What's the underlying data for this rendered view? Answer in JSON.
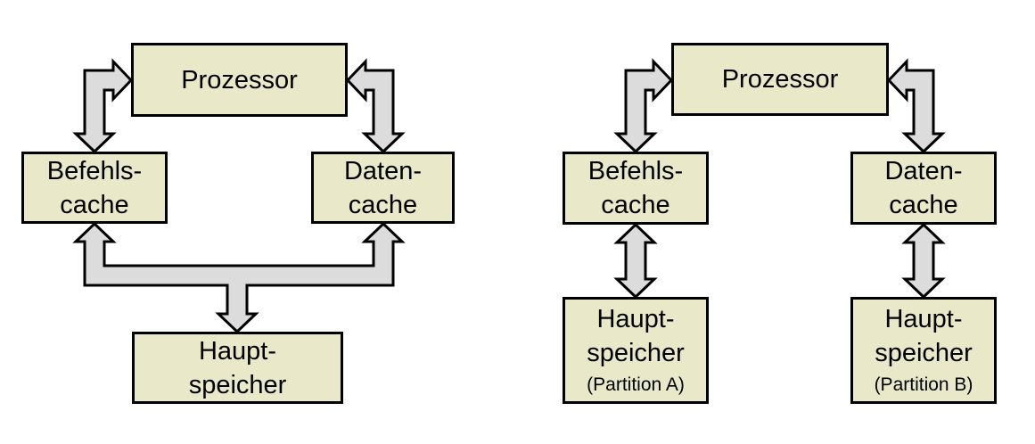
{
  "diagram_type": "block-diagram",
  "colors": {
    "box_fill": "#e9e9ca",
    "box_border": "#000000",
    "arrow_fill": "#dcdcdc",
    "arrow_outline": "#000000",
    "background": "#ffffff",
    "text": "#000000"
  },
  "left_diagram": {
    "prozessor": {
      "label": "Prozessor"
    },
    "befehlscache": {
      "line1": "Befehls-",
      "line2": "cache"
    },
    "datencache": {
      "line1": "Daten-",
      "line2": "cache"
    },
    "hauptspeicher": {
      "line1": "Haupt-",
      "line2": "speicher"
    },
    "edges": [
      {
        "from": "Prozessor",
        "to": "Befehls-cache",
        "bidirectional": true,
        "shape": "elbow"
      },
      {
        "from": "Prozessor",
        "to": "Daten-cache",
        "bidirectional": true,
        "shape": "elbow"
      },
      {
        "from": "Haupt-speicher",
        "to": [
          "Befehls-cache",
          "Daten-cache"
        ],
        "bidirectional": true,
        "shape": "merged-y"
      }
    ]
  },
  "right_diagram": {
    "prozessor": {
      "label": "Prozessor"
    },
    "befehlscache": {
      "line1": "Befehls-",
      "line2": "cache"
    },
    "datencache": {
      "line1": "Daten-",
      "line2": "cache"
    },
    "hauptspeicher_a": {
      "line1": "Haupt-",
      "line2": "speicher",
      "sublabel": "(Partition A)"
    },
    "hauptspeicher_b": {
      "line1": "Haupt-",
      "line2": "speicher",
      "sublabel": "(Partition B)"
    },
    "edges": [
      {
        "from": "Prozessor",
        "to": "Befehls-cache",
        "bidirectional": true,
        "shape": "elbow"
      },
      {
        "from": "Prozessor",
        "to": "Daten-cache",
        "bidirectional": true,
        "shape": "elbow"
      },
      {
        "from": "Befehls-cache",
        "to": "Haupt-speicher (Partition A)",
        "bidirectional": true,
        "shape": "straight"
      },
      {
        "from": "Daten-cache",
        "to": "Haupt-speicher (Partition B)",
        "bidirectional": true,
        "shape": "straight"
      }
    ]
  }
}
